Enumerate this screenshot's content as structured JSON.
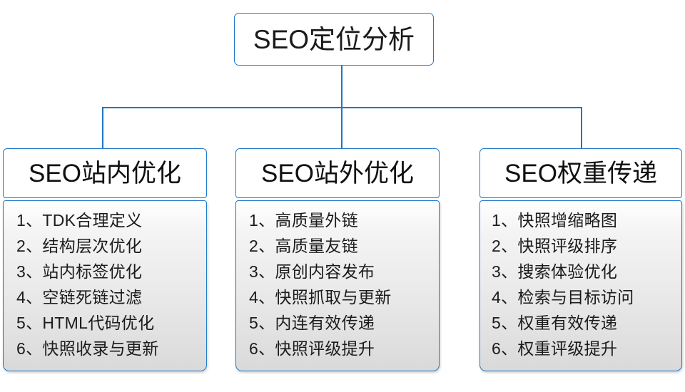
{
  "diagram": {
    "type": "org-tree",
    "accent_color": "#2079c7",
    "text_color": "#1a1a1a",
    "body_fill_top": "#ffffff",
    "body_fill_bottom": "#d9d9d9",
    "root": {
      "title": "SEO定位分析"
    },
    "branches": [
      {
        "header": "SEO站内优化",
        "items": [
          "1、TDK合理定义",
          "2、结构层次优化",
          "3、站内标签优化",
          "4、空链死链过滤",
          "5、HTML代码优化",
          "6、快照收录与更新"
        ]
      },
      {
        "header": "SEO站外优化",
        "items": [
          "1、高质量外链",
          "2、高质量友链",
          "3、原创内容发布",
          "4、快照抓取与更新",
          "5、内连有效传递",
          "6、快照评级提升"
        ]
      },
      {
        "header": "SEO权重传递",
        "items": [
          "1、快照增缩略图",
          "2、快照评级排序",
          "3、搜索体验优化",
          "4、检索与目标访问",
          "5、权重有效传递",
          "6、权重评级提升"
        ]
      }
    ]
  }
}
